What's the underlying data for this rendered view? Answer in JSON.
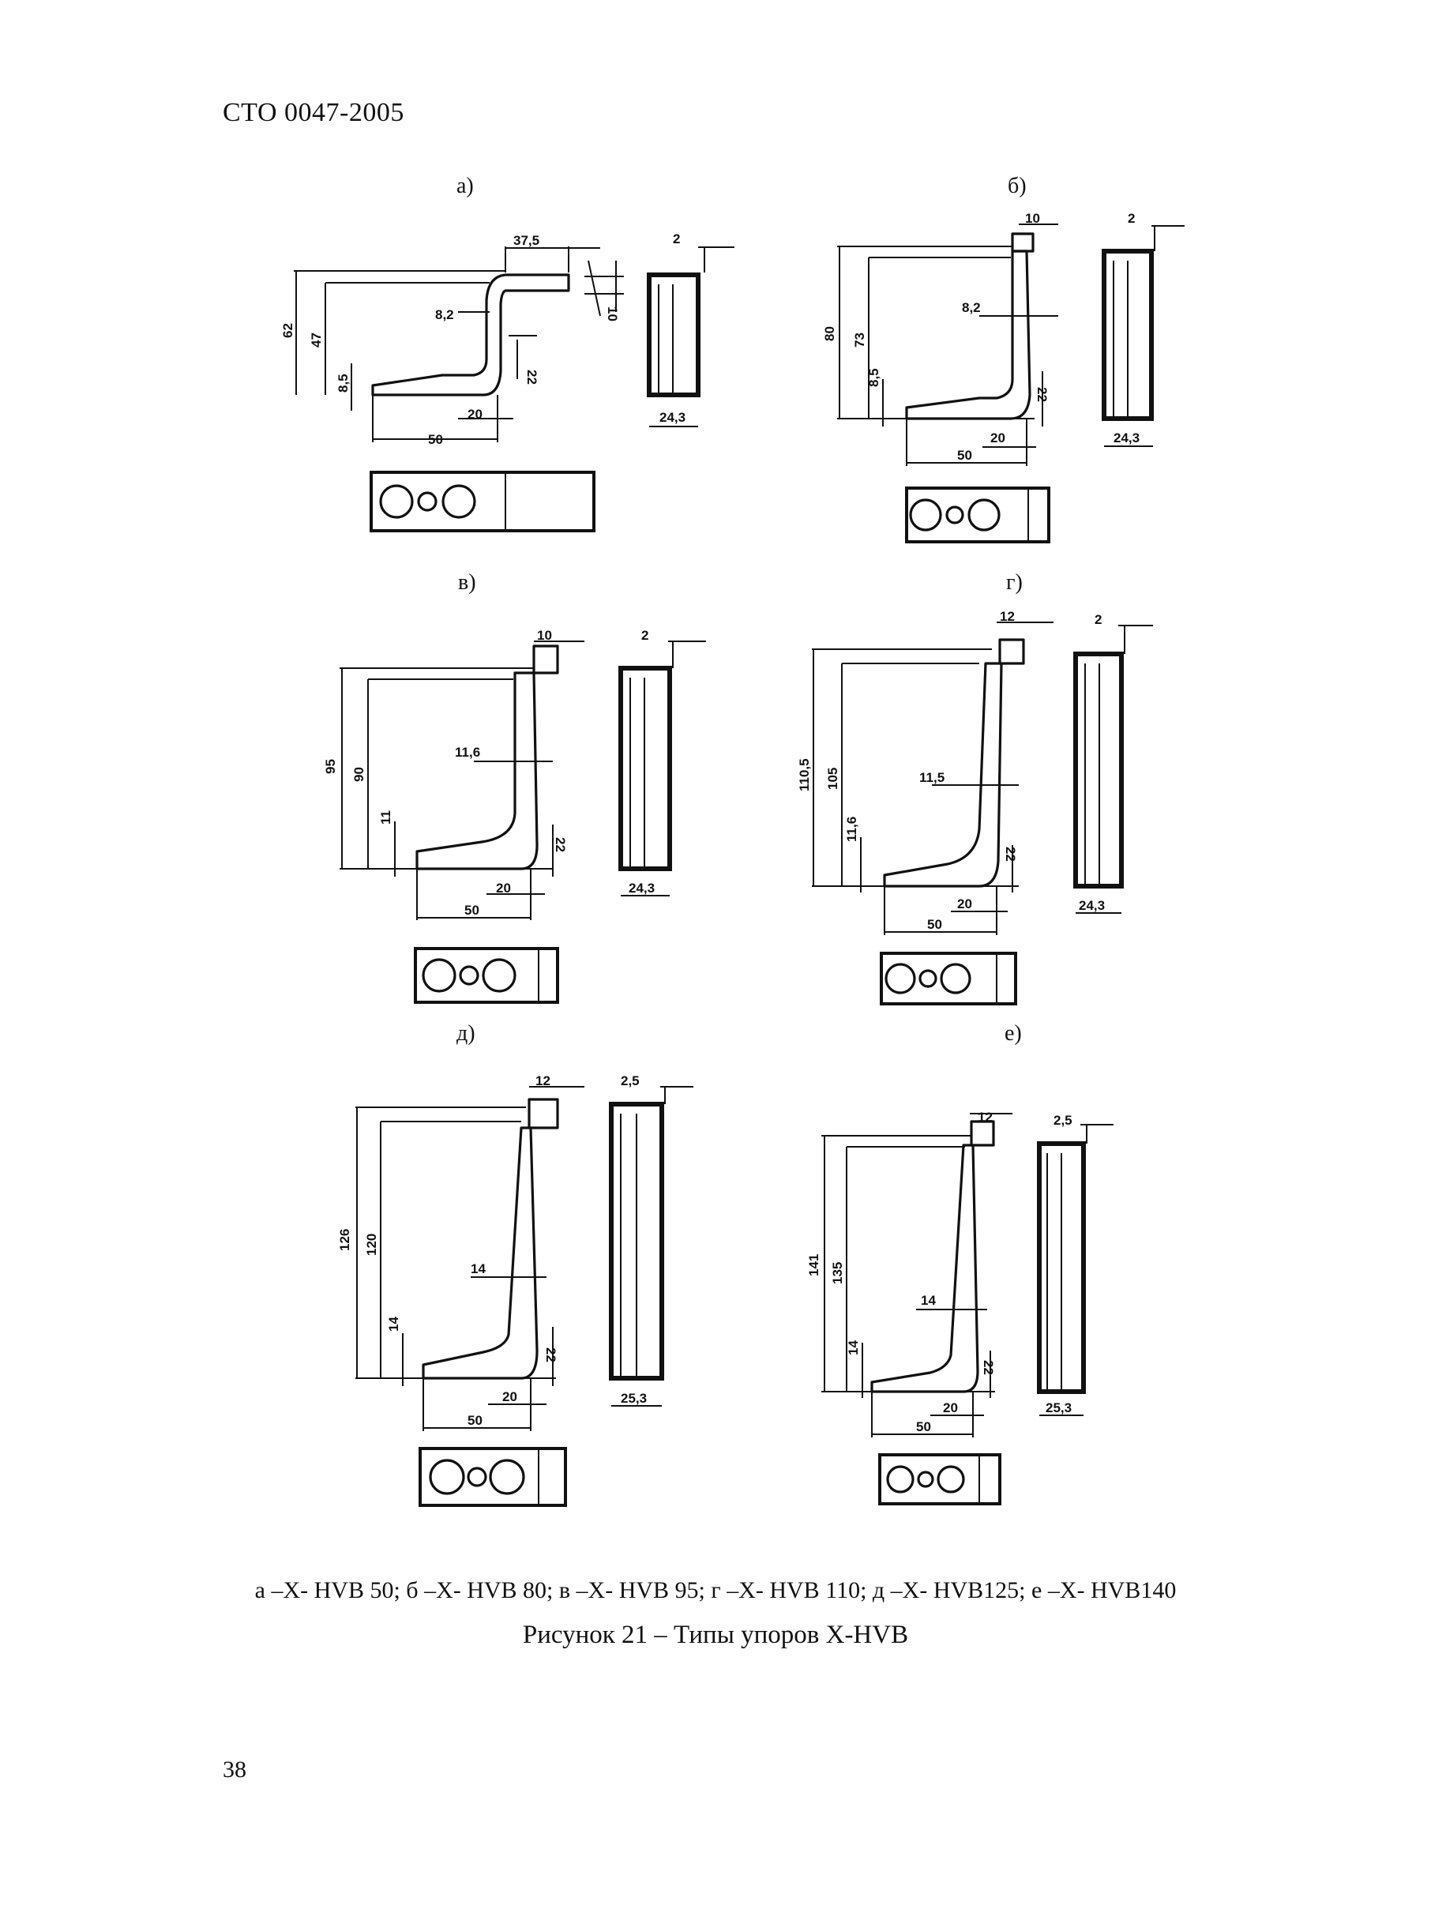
{
  "header": {
    "doc_code": "СТО 0047-2005"
  },
  "figure": {
    "panels": [
      {
        "label": "а)",
        "top": "37,5",
        "thick": "2",
        "tab": "10",
        "h_outer": "62",
        "h_inner": "47",
        "inner_r": "8,2",
        "base_h": "8,5",
        "bend": "22",
        "w20": "20",
        "w50": "50",
        "wb": "24,3"
      },
      {
        "label": "б)",
        "top": "10",
        "thick": "2",
        "h_outer": "80",
        "h_inner": "73",
        "inner_r": "8,2",
        "base_h": "8,5",
        "bend": "22",
        "w20": "20",
        "w50": "50",
        "wb": "24,3"
      },
      {
        "label": "в)",
        "top": "10",
        "thick": "2",
        "h_outer": "95",
        "h_inner": "90",
        "inner_r": "11,6",
        "base_h": "11",
        "bend": "22",
        "w20": "20",
        "w50": "50",
        "wb": "24,3"
      },
      {
        "label": "г)",
        "top": "12",
        "thick": "2",
        "h_outer": "110,5",
        "h_inner": "105",
        "inner_r": "11,5",
        "base_h": "11,6",
        "bend": "22",
        "w20": "20",
        "w50": "50",
        "wb": "24,3"
      },
      {
        "label": "д)",
        "top": "12",
        "thick": "2,5",
        "h_outer": "126",
        "h_inner": "120",
        "inner_r": "14",
        "base_h": "14",
        "bend": "22",
        "w20": "20",
        "w50": "50",
        "wb": "25,3"
      },
      {
        "label": "е)",
        "top": "12",
        "thick": "2,5",
        "h_outer": "141",
        "h_inner": "135",
        "inner_r": "14",
        "base_h": "14",
        "bend": "22",
        "w20": "20",
        "w50": "50",
        "wb": "25,3"
      }
    ],
    "legend_line": "а –X- HVB 50; б –X- HVB 80; в –X- HVB 95; г –X- HVB 110; д –X- HVB125; е –X- HVB140",
    "caption": "Рисунок 21 – Типы упоров X-HVB"
  },
  "page_number": "38"
}
